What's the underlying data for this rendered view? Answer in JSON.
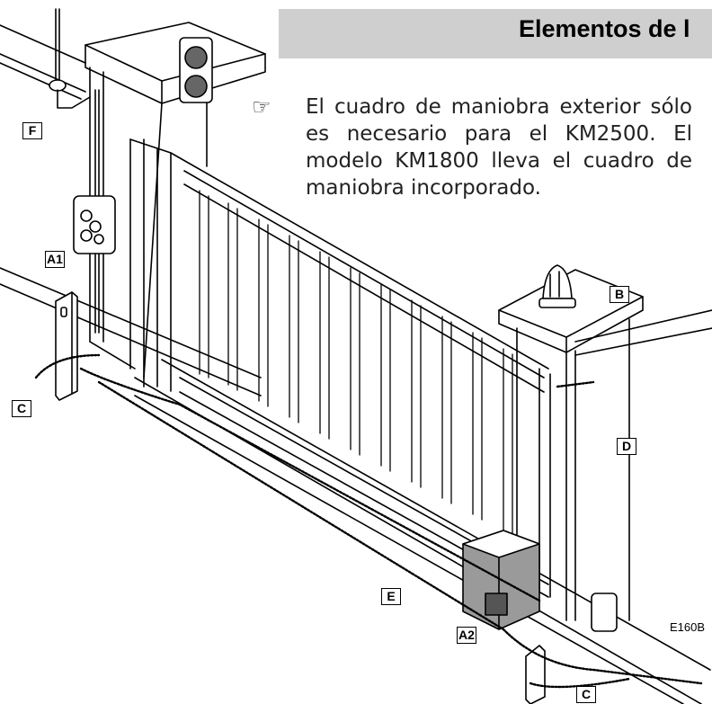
{
  "header": {
    "title": "Elementos de l"
  },
  "note": {
    "icon": "pointing-hand-icon",
    "text": "El cuadro de maniobra exterior sólo es necesario para el KM2500. El modelo KM1800 lleva el cuadro de maniobra incorporado."
  },
  "callouts": {
    "f": "F",
    "a1": "A1",
    "c_left": "C",
    "b": "B",
    "d": "D",
    "e": "E",
    "a2": "A2",
    "c_bottom": "C"
  },
  "figure_code": "E160B",
  "colors": {
    "header_bg": "#cfcfcf",
    "line": "#000000",
    "motor_shade": "#9a9a9a"
  }
}
